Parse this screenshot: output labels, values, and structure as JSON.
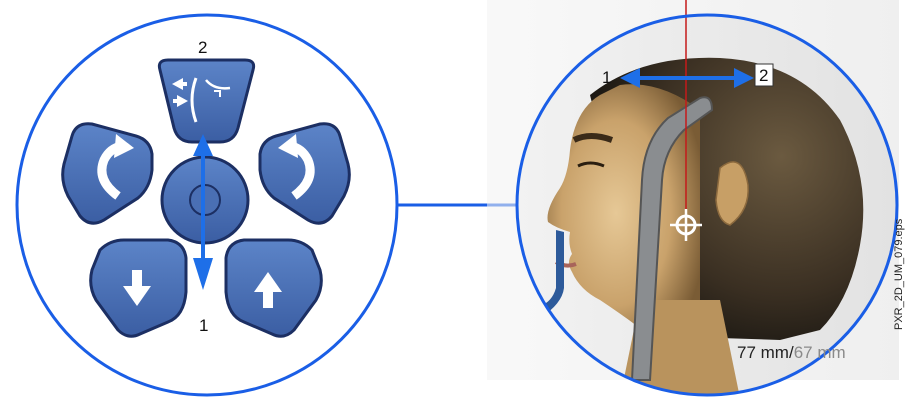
{
  "left_panel": {
    "label_top": "2",
    "label_bottom": "1",
    "buttons": {
      "top": {
        "icon": "laser-alignment-icon"
      },
      "rotate_left": {
        "icon": "rotate-left-arrow-icon"
      },
      "rotate_right": {
        "icon": "rotate-right-arrow-icon"
      },
      "down": {
        "icon": "down-arrow-icon"
      },
      "up": {
        "icon": "up-arrow-icon"
      },
      "center": {
        "icon": "center-knob"
      }
    }
  },
  "right_panel": {
    "arrow_label_left": "1",
    "arrow_label_right": "2",
    "measurement_active": "77 mm/",
    "measurement_inactive": "67 mm"
  },
  "side_caption": "PXR_2D_UM_079.eps",
  "colors": {
    "circle_outline": "#1a5ee6",
    "button_fill": "#4a6fb4",
    "button_stroke": "#1c2f63",
    "arrow_blue": "#1e6fe8",
    "laser_red": "#c41a1a",
    "skin": "#d9b985",
    "headrest_gray": "#808386",
    "chin_rest_blue": "#2d5a9a"
  }
}
